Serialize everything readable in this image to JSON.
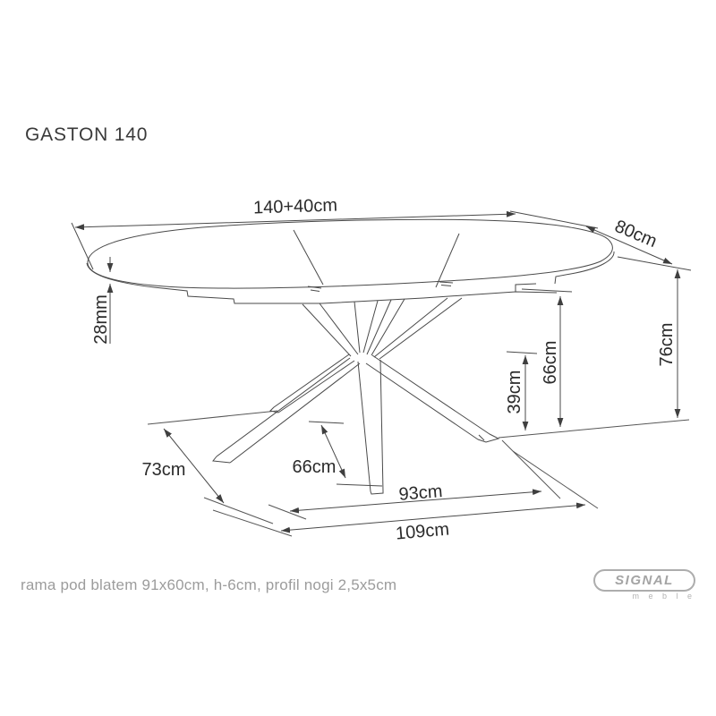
{
  "title": "GASTON 140",
  "footer_note": "rama pod blatem 91x60cm, h-6cm, profil nogi 2,5x5cm",
  "logo": {
    "brand": "SIGNAL",
    "subtitle": "m e b l e"
  },
  "dimensions": {
    "top_length": "140+40cm",
    "top_depth": "80cm",
    "top_thickness": "28mm",
    "table_height": "76cm",
    "base_height": "66cm",
    "underframe_clearance": "39cm",
    "base_depth": "73cm",
    "foot_length": "66cm",
    "base_width": "93cm",
    "base_total_width": "109cm"
  },
  "colors": {
    "line": "#3f3f3f",
    "dimension_text": "#2b2b2b",
    "muted_text": "#9c9c9c",
    "logo_gray": "#a4a4a4",
    "background": "#ffffff"
  }
}
